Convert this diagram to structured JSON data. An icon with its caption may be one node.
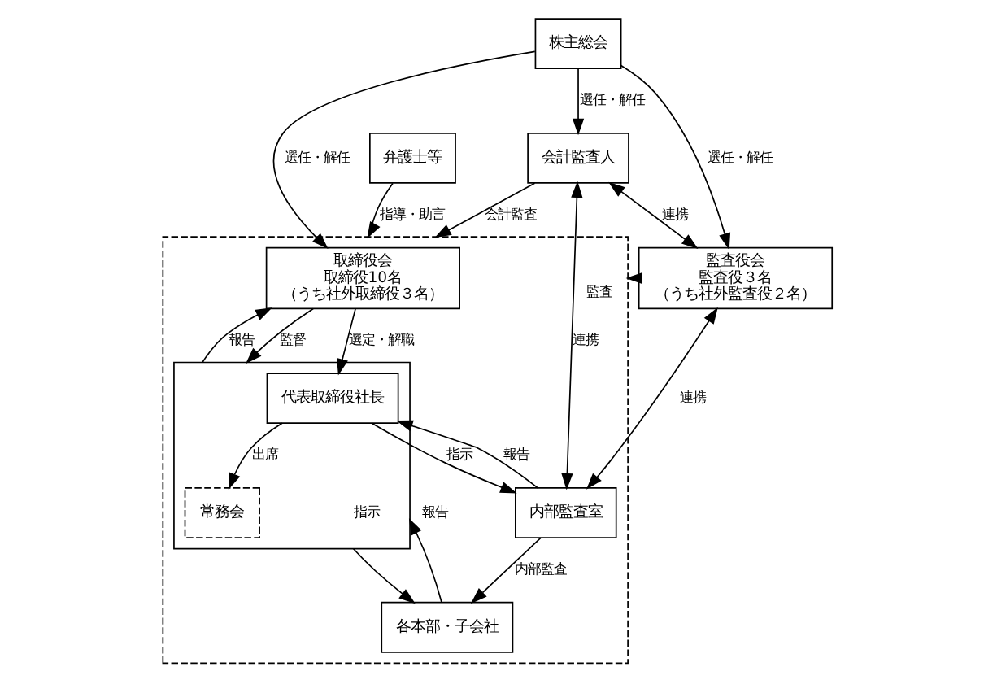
{
  "diagram": {
    "nodes": [
      {
        "text": [
          "株主総会"
        ]
      },
      {
        "text": [],
        "shape": "box"
      },
      {
        "text": [
          "取締役会",
          "取締役10名",
          "（うち社外取締役３名）"
        ],
        "in": 1
      },
      {
        "text": [],
        "shape": "box",
        "in": 1
      },
      {
        "text": [
          "代表取締役社長"
        ],
        "in": 3
      },
      {
        "text": [
          "常務会"
        ],
        "in": 3
      },
      {
        "text": [
          "内部監査室"
        ],
        "in": 1
      },
      {
        "text": [
          "各本部・子会社"
        ],
        "in": 1
      },
      {
        "text": [
          "監査役会",
          "監査役３名",
          "（うち社外監査役２名）"
        ]
      },
      {
        "text": [
          "会計監査人"
        ]
      },
      {
        "text": [
          "弁護士等"
        ]
      }
    ],
    "edges": [
      {
        "from": 0,
        "to": 2,
        "arrow": "to",
        "label": "選任・解任"
      },
      {
        "from": 0,
        "to": 8,
        "arrow": "to",
        "label": "選任・解任"
      },
      {
        "from": 0,
        "to": 9,
        "arrow": "to",
        "label": "選任・解任"
      },
      {
        "from": 8,
        "to": 1,
        "arrow": "to",
        "label": "監査"
      },
      {
        "from": 3,
        "to": 2,
        "arrow": "to",
        "label": "報告"
      },
      {
        "from": 2,
        "to": 3,
        "arrow": "to",
        "label": "監督"
      },
      {
        "from": 2,
        "to": 4,
        "arrow": "to",
        "label": "選定・解職"
      },
      {
        "from": 4,
        "to": 6,
        "arrow": "to",
        "label": "指示"
      },
      {
        "from": 6,
        "to": 4,
        "arrow": "to",
        "label": "報告"
      },
      {
        "from": 4,
        "to": 5,
        "arrow": "to",
        "label": "出席"
      },
      {
        "from": 7,
        "to": 3,
        "arrow": "to",
        "label": "報告"
      },
      {
        "from": 3,
        "to": 7,
        "arrow": "to",
        "label": "指示"
      },
      {
        "from": 6,
        "to": 7,
        "arrow": "to",
        "label": "内部監査"
      },
      {
        "from": 8,
        "to": 6,
        "arrow": "both",
        "label": "連携"
      },
      {
        "from": 9,
        "to": 8,
        "arrow": "both",
        "label": "連携"
      },
      {
        "from": 6,
        "to": 9,
        "arrow": "both",
        "label": "連携"
      },
      {
        "from": 9,
        "to": 1,
        "arrow": "to",
        "label": "会計監査"
      },
      {
        "from": 10,
        "to": 1,
        "arrow": "to",
        "label": "指導・助言"
      }
    ]
  }
}
